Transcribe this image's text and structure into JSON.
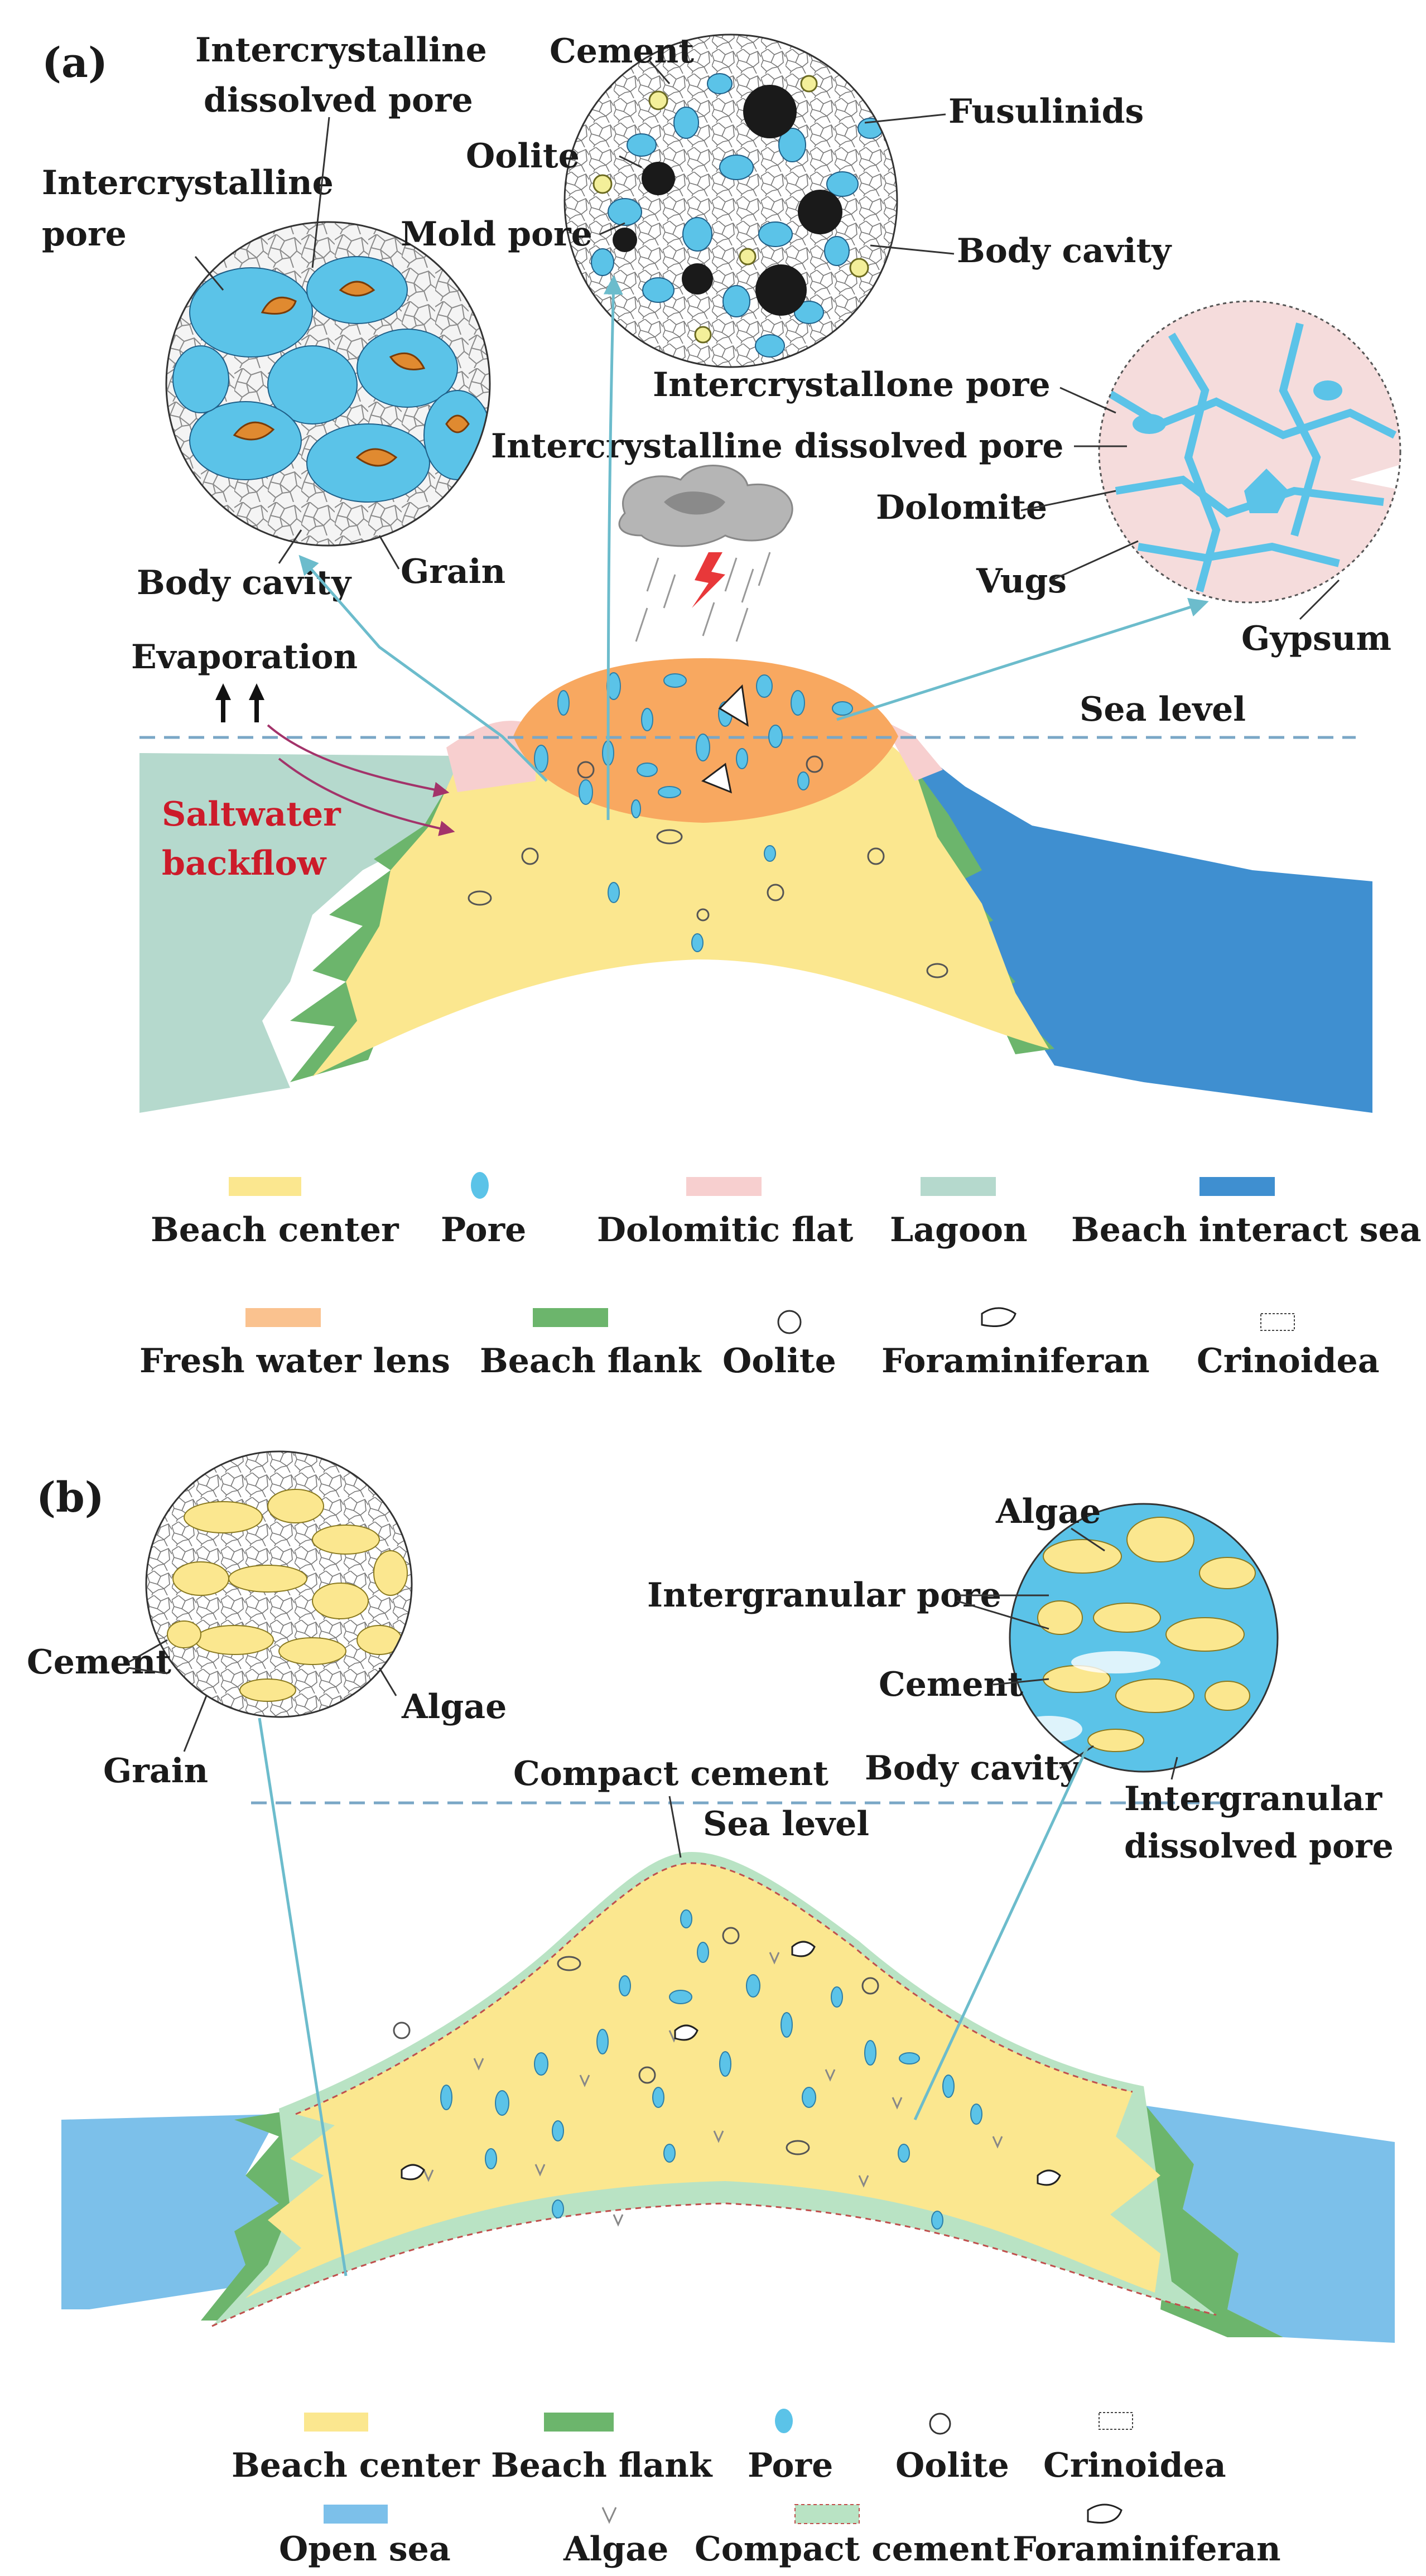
{
  "panel_a": {
    "tag": "(a)",
    "labels": {
      "intercrystalline_dissolved_pore_1": "Intercrystalline",
      "intercrystalline_dissolved_pore_2": "dissolved pore",
      "intercrystalline_pore_1": "Intercrystalline",
      "intercrystalline_pore_2": "pore",
      "cement": "Cement",
      "oolite": "Oolite",
      "mold_pore": "Mold pore",
      "fusulinids": "Fusulinids",
      "body_cavity_right": "Body cavity",
      "intercrystallone_pore": "Intercrystallone pore",
      "intercrystalline_dissolved_pore_long": "Intercrystalline dissolved pore",
      "dolomite": "Dolomite",
      "vugs": "Vugs",
      "gypsum": "Gypsum",
      "body_cavity_left": "Body cavity",
      "grain": "Grain",
      "evaporation": "Evaporation",
      "sea_level": "Sea level",
      "saltwater_1": "Saltwater",
      "saltwater_2": "backflow"
    },
    "legend_row1": [
      "Beach center",
      "Pore",
      "Dolomitic flat",
      "Lagoon",
      "Beach interact sea"
    ],
    "legend_row2": [
      "Fresh water lens",
      "Beach flank",
      "Oolite",
      "Foraminiferan",
      "Crinoidea"
    ]
  },
  "panel_b": {
    "tag": "(b)",
    "labels": {
      "algae_top": "Algae",
      "intergranular_pore": "Intergranular pore",
      "cement_right": "Cement",
      "body_cavity": "Body cavity",
      "intergranular_dissolved_1": "Intergranular",
      "intergranular_dissolved_2": "dissolved pore",
      "cement_left": "Cement",
      "algae_left": "Algae",
      "grain": "Grain",
      "compact_cement": "Compact  cement",
      "sea_level": "Sea level"
    },
    "legend_row1": [
      "Beach center",
      "Beach flank",
      "Pore",
      "Oolite",
      "Crinoidea"
    ],
    "legend_row2": [
      "Open sea",
      "Algae",
      "Compact cement",
      "Foraminiferan"
    ]
  },
  "colors": {
    "beach_center": "#fbe78f",
    "pore": "#5bc3e8",
    "dolomitic_flat": "#f7cfcf",
    "lagoon": "#b5d9cd",
    "beach_interact_sea": "#3f8fd0",
    "fresh_water_lens": "#f8a860",
    "beach_flank": "#6cb56c",
    "open_sea": "#7cc0ea",
    "compact_cement": "#b9e3c4",
    "arrow": "#6cbccc",
    "saltwater": "#cc1b2a",
    "saltwater_arrow": "#a3336a"
  }
}
